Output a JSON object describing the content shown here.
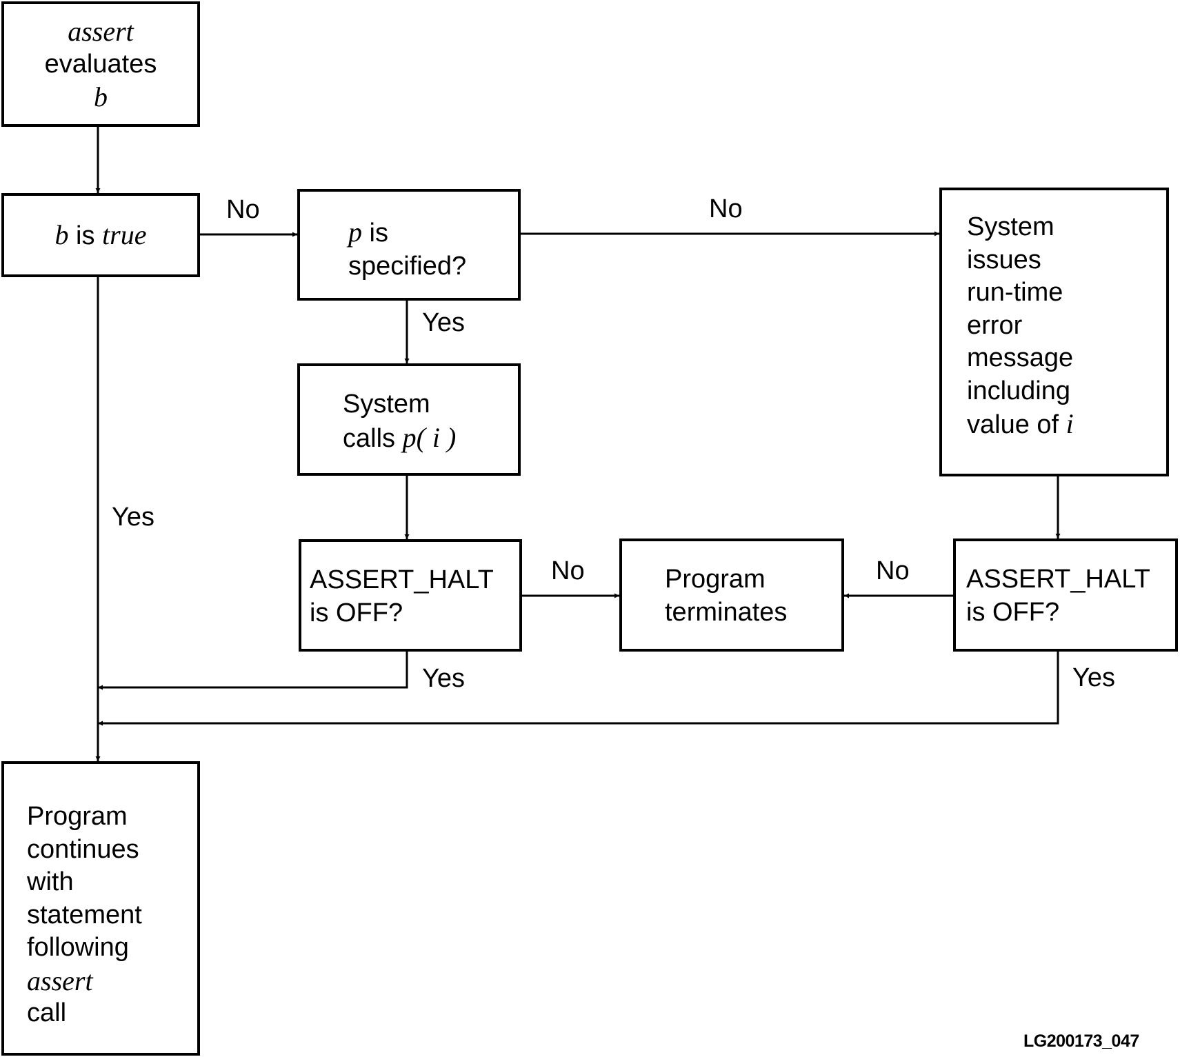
{
  "nodes": {
    "evaluate": {
      "line1": "assert",
      "line2": "evaluates",
      "line3": "b"
    },
    "b_true": {
      "b": "b",
      "is": " is ",
      "true": "true"
    },
    "p_specified": {
      "p": "p",
      "is": " is",
      "line2": "specified?"
    },
    "calls_p": {
      "line1": "System",
      "calls": "calls ",
      "p_i": "p( i )"
    },
    "halt_left": {
      "line1": "ASSERT_HALT",
      "line2": "is OFF?"
    },
    "terminates": {
      "line1": "Program",
      "line2": "terminates"
    },
    "error_msg": {
      "lines": [
        "System",
        "issues",
        "run-time",
        "error",
        "message",
        "including"
      ],
      "last_text": "value of ",
      "last_var": "i"
    },
    "halt_right": {
      "line1": "ASSERT_HALT",
      "line2": "is OFF?"
    },
    "continues": {
      "lines": [
        "Program",
        "continues",
        "with",
        "statement",
        "following"
      ],
      "ital": "assert",
      "last": "call"
    }
  },
  "edge_labels": {
    "b_true_no": "No",
    "p_no": "No",
    "p_yes": "Yes",
    "b_true_yes": "Yes",
    "halt_left_no": "No",
    "halt_right_no": "No",
    "halt_left_yes": "Yes",
    "halt_right_yes": "Yes"
  },
  "figure_id": "LG200173_047"
}
